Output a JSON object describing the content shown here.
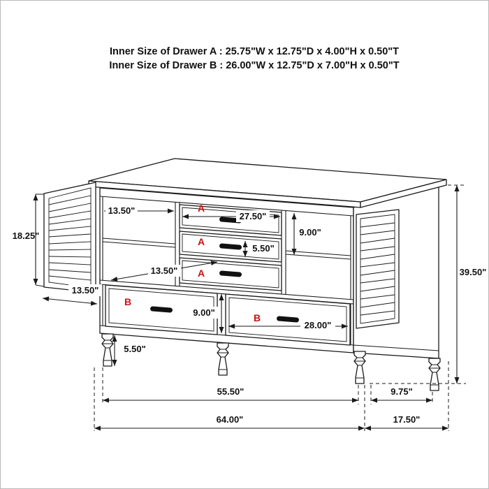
{
  "header": {
    "line1": "Inner Size of Drawer A : 25.75\"W x 12.75\"D x 4.00\"H x 0.50\"T",
    "line2": "Inner Size of Drawer B : 26.00\"W x 12.75\"D x 7.00\"H x 0.50\"T"
  },
  "diagram": {
    "type": "furniture-dimension-diagram",
    "item": "dresser with louvered doors, three A drawers and two B drawers",
    "drawer_labels": {
      "a": "A",
      "b": "B"
    },
    "dims": {
      "left_shelf_width": "13.50\"",
      "drawer_a_width": "27.50\"",
      "upper_opening_height": "9.00\"",
      "drawer_a_front_height": "5.50\"",
      "door_height": "18.25\"",
      "shelf_depth": "13.50\"",
      "door_width": "13.50\"",
      "drawer_b_height": "9.00\"",
      "drawer_b_width": "28.00\"",
      "leg_height": "5.50\"",
      "overall_height": "39.50\"",
      "front_leg_span": "55.50\"",
      "rear_leg_offset": "9.75\"",
      "overall_width": "64.00\"",
      "overall_depth": "17.50\""
    },
    "colors": {
      "line": "#1a1a1a",
      "label_red": "#cc1111",
      "background": "#ffffff"
    }
  }
}
